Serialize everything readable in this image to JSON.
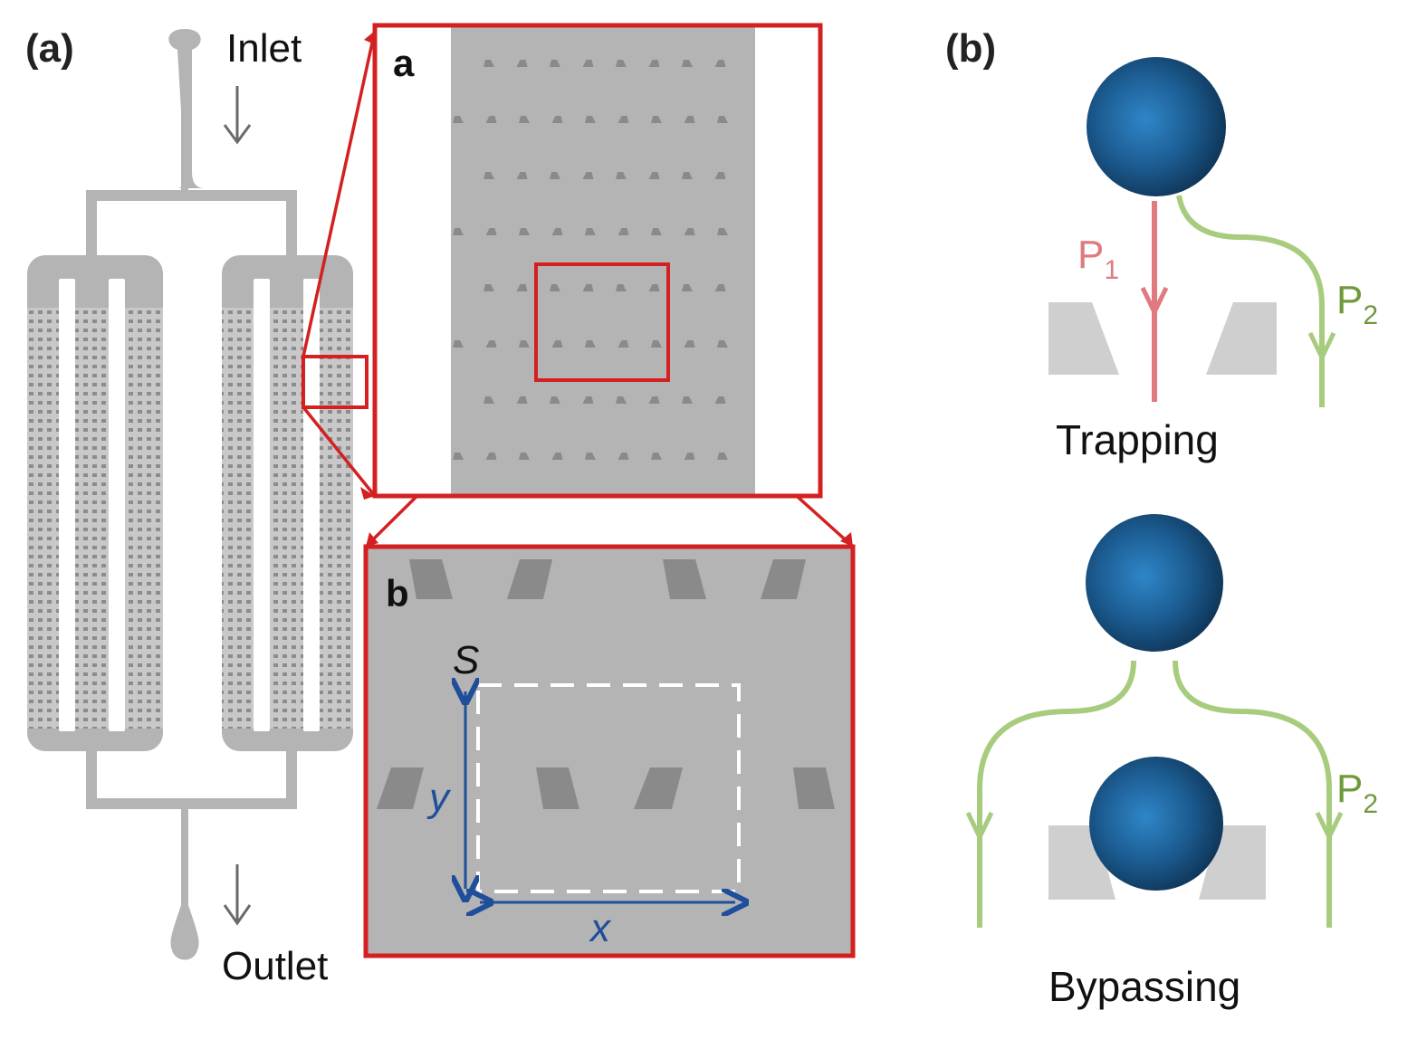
{
  "panel_a": {
    "label": "(a)",
    "inlet": "Inlet",
    "outlet": "Outlet",
    "inset_a_label": "a",
    "inset_b_label": "b",
    "dim_s": "S",
    "dim_y": "y",
    "dim_x": "x"
  },
  "panel_b": {
    "label": "(b)",
    "p1_base": "P",
    "p1_sub": "1",
    "p2_base": "P",
    "p2_sub": "2",
    "trapping": "Trapping",
    "bypassing": "Bypassing"
  },
  "colors": {
    "channel_gray": "#b4b4b4",
    "trap_dark": "#8a8a8a",
    "trap_light": "#cfcfcf",
    "highlight_red": "#d42020",
    "path_red": "#e07a7f",
    "path_green": "#a7cc7e",
    "label_green": "#6e9a3c",
    "dim_blue": "#1f4f9a",
    "cell_blue": "#1f5a8c"
  }
}
